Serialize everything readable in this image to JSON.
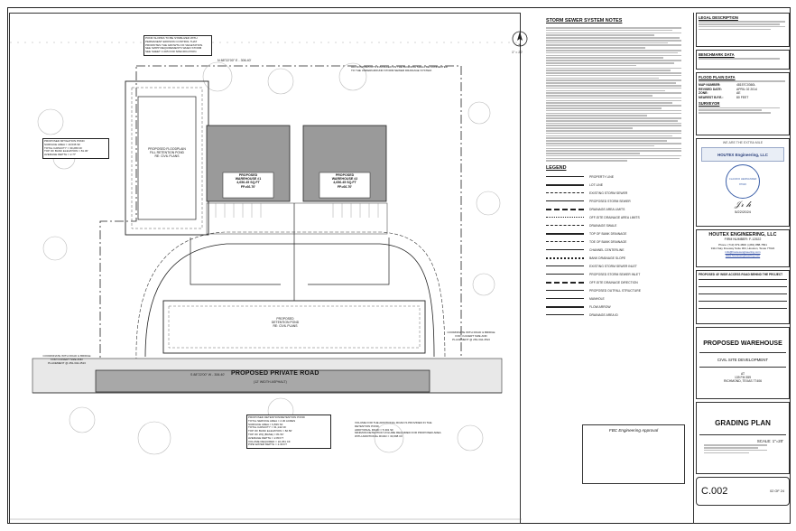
{
  "plan": {
    "road_label": "PROPOSED PRIVATE ROAD",
    "road_width": "(12' WIDTH ASPHALT)",
    "north_bearing": "N 88°22'00\" E - 306.40'",
    "south_bearing": "S 88°22'00\" W - 306.40'",
    "scale_label": "1\" = 20'",
    "warehouse1": [
      "PROPOSED",
      "WAREHOUSE #1",
      "4,656.45 SQ.FT",
      "FF=66.70'"
    ],
    "warehouse2": [
      "PROPOSED",
      "WAREHOUSE #2",
      "4,656.45 SQ.FT",
      "FF=66.70'"
    ],
    "pond_left": [
      "PROPOSED FLOODPLAIN",
      "FILL RETENTION POND",
      "RE: CIVIL PLANS"
    ],
    "pond_bottom": [
      "PROPOSED",
      "DETENTION POND",
      "RE: CIVIL PLANS"
    ],
    "mitigation_note": [
      "PROPOSED MITIGATION POND",
      "SURFACE AREA = 10,536 SF",
      "TOTAL CAPACITY = 30,280 CF",
      "TOP OF BANK ELEVATION = 81.30'",
      "AVERAGE DEPTH = 2.77'"
    ],
    "detention_note": [
      "PROPOSED DETENTION/RETENTION POND",
      "TOTAL SERVICE AREA = 2.30 ACRES",
      "SURFACE AREA = 9,839 SF",
      "TOTAL CAPACITY = 31,142 CF",
      "TOP OF BANK ELEVATION = 82.50'",
      "TOP OF WQ (BASE) = 81.50'",
      "AVERAGE DEPTH = 2.80 FT",
      "VOLUME REQUIRED = 22,451 CF",
      "PIPE WATER DEPTH = 2.30 FT"
    ],
    "volume_note": [
      "VOLUME FOR THE ADDITIONAL ROAD IS PROVIDED IN THE",
      "DETENTION POND.",
      "",
      "ADDITIONAL ROAD = 5,301 SF",
      "",
      "MINIMUM DETENTION VOLUME REQUIRED FOR PROPOSED AREA",
      "WITH ADDITIONAL ROAD = 30,698 CF"
    ],
    "downspout_note": [
      "ALL DOWNSPOUTS INSTALLED ON THE BUILDING SHALL BE CONNECTED",
      "TO THE UNDERGROUND STORM SEWER DRAINAGE SYSTEM."
    ],
    "slope_note": [
      "POND SLOPES TO BE STABILIZED WITH",
      "PERMANENT EROSION CONTROL THAT",
      "PROMOTES THE GROWTH OF VEGETATION.",
      "SEE SWPP REQUIREMENTS WHEN STORM",
      "SEE SHEET C.005 FOR SPECIFICATION."
    ],
    "coord_note": [
      "COORDINATE WITH ROAD & BRIDGE",
      "FOR CULVERT SIZE AND",
      "PLACEMENT @ 281-342-4513"
    ],
    "approval_box": "FBC Engineering Approval"
  },
  "notes": {
    "title": "STORM SEWER SYSTEM NOTES",
    "legend_title": "LEGEND",
    "legend_items": [
      "PROPERTY LINE",
      "LOT LINE",
      "EXISTING STORM SEWER",
      "PROPOSED STORM SEWER",
      "DRAINAGE AREA LIMITS",
      "OFF-SITE DRAINAGE AREA LIMITS",
      "DRAINAGE SWALE",
      "TOP OF BANK DRAINAGE",
      "TOE OF BANK DRAINAGE",
      "CHANNEL CENTERLINE",
      "BANK DRAINAGE SLOPE",
      "EXISTING STORM SEWER INLET",
      "PROPOSED STORM SEWER INLET",
      "OFF-SITE DRAINAGE DIRECTION",
      "PROPOSED OUTFALL STRUCTURE",
      "MANHOLE",
      "FLOW ARROW",
      "DRAINAGE AREA ID"
    ]
  },
  "titleblock": {
    "legal_description": "LEGAL DESCRIPTION",
    "benchmark": "BENCHMARK DATA",
    "flood_plain": "FLOOD PLAIN DATA",
    "flood_rows": [
      [
        "MAP NUMBER:",
        "48157C0360L"
      ],
      [
        "REVISED DATE:",
        "APRIL 02 2014"
      ],
      [
        "ZONE:",
        "AE"
      ],
      [
        "NEAREST B.F.E.:",
        "80 FEET"
      ]
    ],
    "surveyor": "SURVEYOR",
    "stamp_tag": "WE ARE THE EXTRA MILE",
    "logo_text": "HOUTEX Engineering, LLC",
    "seal_name": "CLAUDIO HERNANDEZ",
    "seal_number": "87626",
    "signature_date": "5/22/2024",
    "firm_name": "HOUTEX ENGINEERING, LLC",
    "firm_number": "FIRM NUMBER: F-12522",
    "firm_contact": [
      "Phone: (713) 979-4800 | (281) 888-7831",
      "9111 Katy Freeway Suite 304, Houston, Texas 77024",
      "info@houtexengineering.com",
      "www.houtexengineering.com"
    ],
    "rev_notes": [
      "PROPOSED 40' WIDE ACCESS ROAD BEHIND THE PROJECT"
    ],
    "project_title": "PROPOSED WAREHOUSE",
    "project_sub": "CIVIL SITE DEVELOPMENT",
    "project_at": "AT",
    "project_addr": [
      "139 FM 359",
      "RICHMOND, TEXAS 77406"
    ],
    "sheet_title": "GRADING PLAN",
    "scale": "SCALE: 1\"=20'",
    "sheet_number": "C.002",
    "sheet_of": "02 OF 24"
  }
}
